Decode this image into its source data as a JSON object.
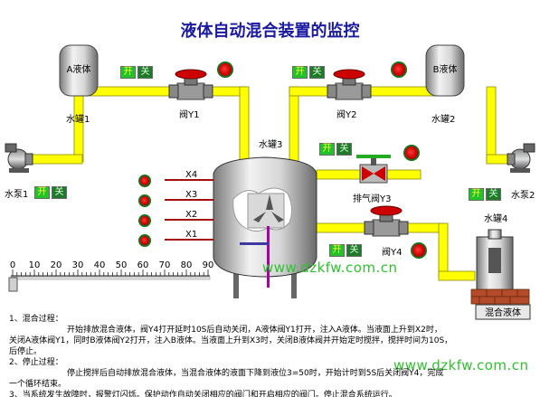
{
  "title": "液体自动混合装置的监控",
  "tanks": {
    "tank1": {
      "name": "水罐1",
      "content": "A液体"
    },
    "tank2": {
      "name": "水罐2",
      "content": "B液体"
    },
    "tank3": {
      "name": "水罐3"
    },
    "tank4": {
      "name": "水罐4",
      "content": "混合液体"
    }
  },
  "valves": {
    "y1": "阀Y1",
    "y2": "阀Y2",
    "y3": "排气阀Y3",
    "y4": "阀Y4"
  },
  "pumps": {
    "pump1": "水泵1",
    "pump2": "水泵2"
  },
  "buttons": {
    "on": "开",
    "off": "关"
  },
  "sensors": [
    "X4",
    "X3",
    "X2",
    "X1"
  ],
  "scale": {
    "ticks": [
      "0",
      "10",
      "20",
      "30",
      "40",
      "50",
      "60",
      "70",
      "80",
      "90"
    ]
  },
  "watermark": "www.dzkfw.com.cn",
  "notes": {
    "line1": "1、混合过程：",
    "line2": "开始排放混合液体，阀Y4打开延时10S后自动关闭，A液体阀Y1打开，注入A液体。当液面上升到X2时，",
    "line3": "关闭A液体阀Y1，同时B液体阀Y2打开，注入B液体。当液面上升到X3时，关闭B液体阀并开始定时搅拌，搅拌时间为10S，",
    "line4": "后停止。",
    "line5": "2、停止过程：",
    "line6": "停止搅拌后自动排放混合液体，当混合液体的液面下降到液位3=50时，开始计时到5S后关闭阀Y4，完成",
    "line7": "一个循环结束。",
    "line8": "3、当系统发生故障时，报警灯闪烁。保护动作自动关闭相应的阀门和开启相应的阀门。停止混合系统运行。"
  },
  "colors": {
    "pipe": "#ffff00",
    "pipe_edge": "#8a8a00",
    "title": "#1a1aa0",
    "button_on": "#22c22a",
    "lamp": "#cc0000",
    "watermark": "#2fc22f",
    "shaft": "#aa00aa"
  }
}
